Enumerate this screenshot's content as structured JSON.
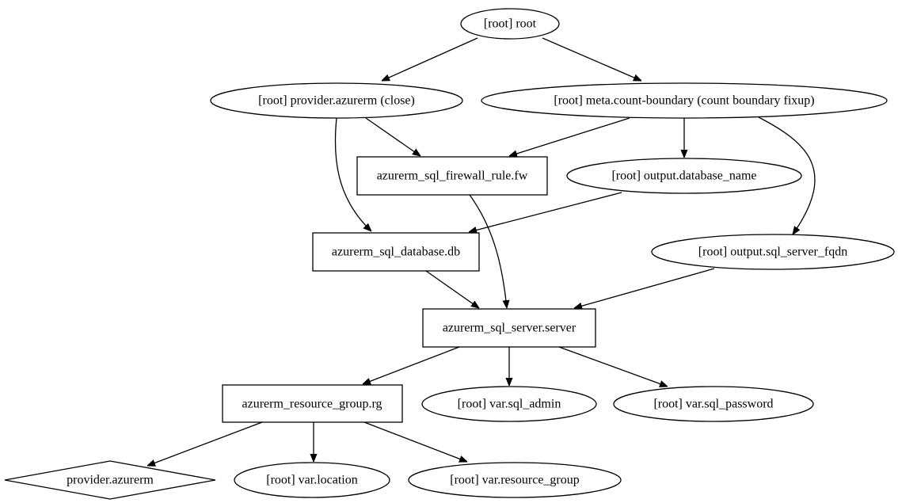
{
  "graph": {
    "nodes": [
      {
        "id": "root",
        "label": "[root] root",
        "shape": "ellipse"
      },
      {
        "id": "provider_close",
        "label": "[root] provider.azurerm (close)",
        "shape": "ellipse"
      },
      {
        "id": "meta_count",
        "label": "[root] meta.count-boundary (count boundary fixup)",
        "shape": "ellipse"
      },
      {
        "id": "firewall",
        "label": "azurerm_sql_firewall_rule.fw",
        "shape": "box"
      },
      {
        "id": "out_db_name",
        "label": "[root] output.database_name",
        "shape": "ellipse"
      },
      {
        "id": "database",
        "label": "azurerm_sql_database.db",
        "shape": "box"
      },
      {
        "id": "out_fqdn",
        "label": "[root] output.sql_server_fqdn",
        "shape": "ellipse"
      },
      {
        "id": "server",
        "label": "azurerm_sql_server.server",
        "shape": "box"
      },
      {
        "id": "rg",
        "label": "azurerm_resource_group.rg",
        "shape": "box"
      },
      {
        "id": "sql_admin",
        "label": "[root] var.sql_admin",
        "shape": "ellipse"
      },
      {
        "id": "sql_password",
        "label": "[root] var.sql_password",
        "shape": "ellipse"
      },
      {
        "id": "provider",
        "label": "provider.azurerm",
        "shape": "diamond"
      },
      {
        "id": "location",
        "label": "[root] var.location",
        "shape": "ellipse"
      },
      {
        "id": "resource_group",
        "label": "[root] var.resource_group",
        "shape": "ellipse"
      }
    ],
    "edges": [
      {
        "from": "root",
        "to": "provider_close"
      },
      {
        "from": "root",
        "to": "meta_count"
      },
      {
        "from": "provider_close",
        "to": "firewall"
      },
      {
        "from": "provider_close",
        "to": "database"
      },
      {
        "from": "meta_count",
        "to": "firewall"
      },
      {
        "from": "meta_count",
        "to": "out_db_name"
      },
      {
        "from": "meta_count",
        "to": "out_fqdn"
      },
      {
        "from": "out_db_name",
        "to": "database"
      },
      {
        "from": "firewall",
        "to": "server"
      },
      {
        "from": "database",
        "to": "server"
      },
      {
        "from": "out_fqdn",
        "to": "server"
      },
      {
        "from": "server",
        "to": "rg"
      },
      {
        "from": "server",
        "to": "sql_admin"
      },
      {
        "from": "server",
        "to": "sql_password"
      },
      {
        "from": "rg",
        "to": "provider"
      },
      {
        "from": "rg",
        "to": "location"
      },
      {
        "from": "rg",
        "to": "resource_group"
      }
    ]
  }
}
